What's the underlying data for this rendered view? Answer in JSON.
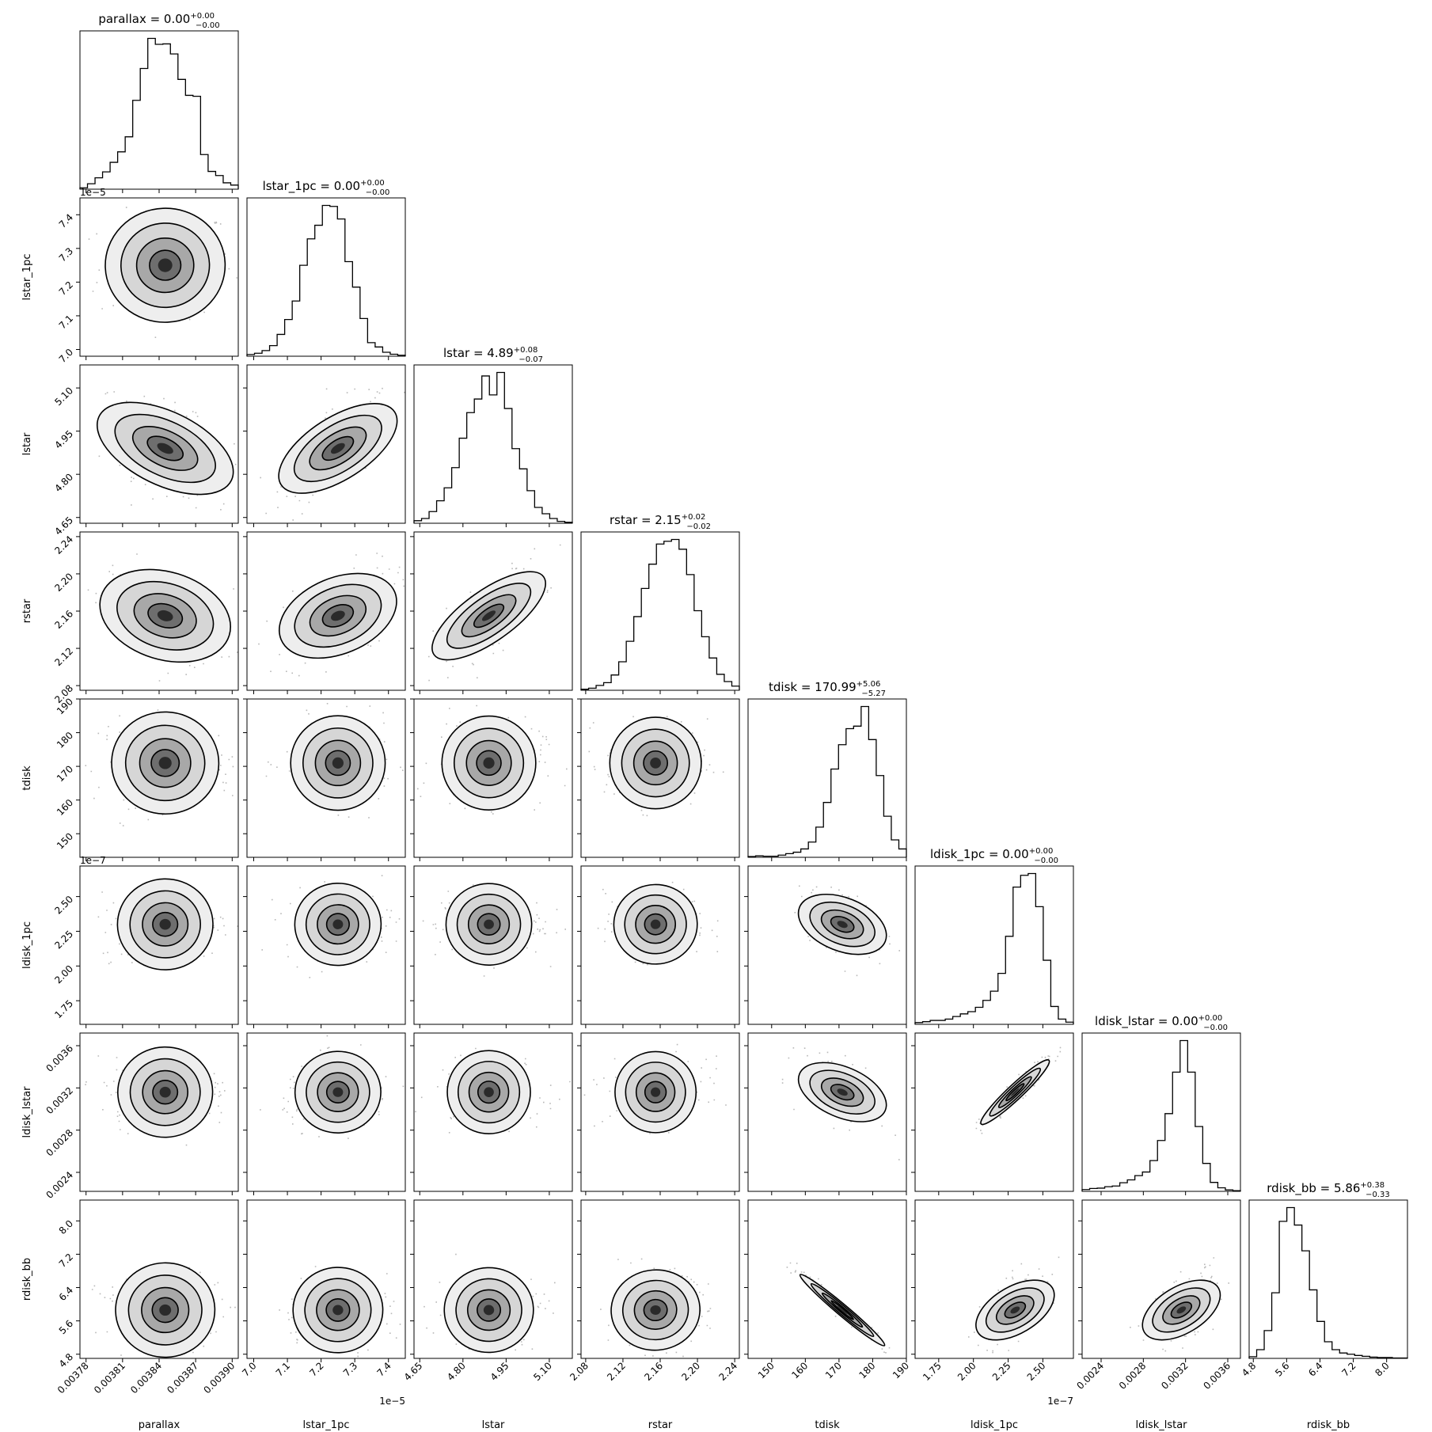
{
  "chart_data": {
    "type": "corner",
    "parameters": [
      {
        "name": "parallax",
        "title": "parallax = 0.00",
        "sup": "+0.00",
        "sub": "−0.00",
        "range": [
          0.003775,
          0.003905
        ],
        "ticks": [
          0.00378,
          0.00381,
          0.00384,
          0.00387,
          0.0039
        ],
        "tick_labels": [
          "0.00378",
          "0.00381",
          "0.00384",
          "0.00387",
          "0.00390"
        ],
        "mean": 0.003845,
        "sd": 2.2e-05,
        "offset": "",
        "hist": [
          0.3,
          1.2,
          2.5,
          3.8,
          5.9,
          8.2,
          11.5,
          19.5,
          26.5,
          33.1,
          31.8,
          31.9,
          29.7,
          24.1,
          20.6,
          20.4,
          7.6,
          3.9,
          3.0,
          1.4,
          0.9
        ]
      },
      {
        "name": "lstar_1pc",
        "title": "lstar_1pc = 0.00",
        "sup": "+0.00",
        "sub": "−0.00",
        "range": [
          6.98,
          7.45
        ],
        "ticks": [
          7.0,
          7.1,
          7.2,
          7.3,
          7.4
        ],
        "tick_labels": [
          "7.0",
          "7.1",
          "7.2",
          "7.3",
          "7.4"
        ],
        "mean": 7.25,
        "sd": 0.065,
        "offset": "1e−5",
        "hist": [
          0.5,
          0.9,
          1.7,
          3.2,
          6.6,
          11.1,
          16.7,
          27.5,
          35.5,
          39.6,
          45.6,
          45.3,
          41.5,
          28.6,
          20.9,
          11.4,
          4.1,
          2.8,
          1.2,
          0.6,
          0.3
        ]
      },
      {
        "name": "lstar",
        "title": "lstar = 4.89",
        "sup": "+0.08",
        "sub": "−0.07",
        "range": [
          4.63,
          5.18
        ],
        "ticks": [
          4.65,
          4.8,
          4.95,
          5.1
        ],
        "tick_labels": [
          "4.65",
          "4.80",
          "4.95",
          "5.10"
        ],
        "mean": 4.89,
        "sd": 0.075,
        "offset": "",
        "hist": [
          0.8,
          1.5,
          3.7,
          7.1,
          11.2,
          17.6,
          26.9,
          35.0,
          39.3,
          46.6,
          40.6,
          47.7,
          36.3,
          23.6,
          17.2,
          10.3,
          5.0,
          3.0,
          1.5,
          0.6,
          0.3
        ]
      },
      {
        "name": "rstar",
        "title": "rstar = 2.15",
        "sup": "+0.02",
        "sub": "−0.02",
        "range": [
          2.075,
          2.245
        ],
        "ticks": [
          2.08,
          2.12,
          2.16,
          2.2,
          2.24
        ],
        "tick_labels": [
          "2.08",
          "2.12",
          "2.16",
          "2.20",
          "2.24"
        ],
        "mean": 2.155,
        "sd": 0.022,
        "offset": "",
        "hist": [
          0.3,
          0.6,
          1.4,
          2.2,
          4.4,
          8.2,
          14.1,
          21.2,
          29.3,
          36.3,
          42.1,
          42.9,
          43.4,
          40.6,
          33.3,
          22.9,
          15.4,
          9.3,
          4.6,
          2.5,
          1.2
        ]
      },
      {
        "name": "tdisk",
        "title": "tdisk = 170.99",
        "sup": "+5.06",
        "sub": "−5.27",
        "range": [
          143,
          190
        ],
        "ticks": [
          150,
          160,
          170,
          180,
          190
        ],
        "tick_labels": [
          "150",
          "160",
          "170",
          "180",
          "190"
        ],
        "mean": 171,
        "sd": 5.2,
        "offset": "",
        "hist": [
          0.2,
          0.4,
          0.3,
          0.3,
          0.6,
          1.0,
          1.4,
          2.3,
          4.2,
          8.3,
          15.1,
          24.3,
          31.0,
          35.4,
          36.1,
          41.5,
          32.4,
          22.5,
          11.3,
          4.8,
          2.3
        ]
      },
      {
        "name": "ldisk_1pc",
        "title": "ldisk_1pc = 0.00",
        "sup": "+0.00",
        "sub": "−0.00",
        "range": [
          1.58,
          2.72
        ],
        "ticks": [
          1.75,
          2.0,
          2.25,
          2.5
        ],
        "tick_labels": [
          "1.75",
          "2.00",
          "2.25",
          "2.50"
        ],
        "mean": 2.3,
        "sd": 0.1,
        "offset": "1e−7",
        "hist": [
          0.4,
          0.6,
          0.9,
          0.9,
          1.2,
          1.8,
          2.4,
          2.9,
          3.9,
          5.5,
          7.6,
          11.7,
          20.2,
          31.5,
          34.2,
          34.6,
          27.0,
          14.7,
          4.1,
          1.2,
          0.5
        ]
      },
      {
        "name": "ldisk_lstar",
        "title": "ldisk_lstar = 0.00",
        "sup": "+0.00",
        "sub": "−0.00",
        "range": [
          0.00222,
          0.00372
        ],
        "ticks": [
          0.0024,
          0.0028,
          0.0032,
          0.0036
        ],
        "tick_labels": [
          "0.0024",
          "0.0028",
          "0.0032",
          "0.0036"
        ],
        "mean": 0.00316,
        "sd": 0.00013,
        "offset": "",
        "hist": [
          0.5,
          0.8,
          0.9,
          1.3,
          1.5,
          2.4,
          3.2,
          4.4,
          5.4,
          8.6,
          14.2,
          21.7,
          33.3,
          42.1,
          33.3,
          18.1,
          7.8,
          2.5,
          1.0,
          0.4,
          0.2
        ]
      },
      {
        "name": "rdisk_bb",
        "title": "rdisk_bb = 5.86",
        "sup": "+0.38",
        "sub": "−0.33",
        "range": [
          4.7,
          8.5
        ],
        "ticks": [
          4.8,
          5.6,
          6.4,
          7.2,
          8.0
        ],
        "tick_labels": [
          "4.8",
          "5.6",
          "6.4",
          "7.2",
          "8.0"
        ],
        "mean": 5.86,
        "sd": 0.36,
        "offset": "",
        "hist": [
          0.4,
          2.1,
          6.7,
          15.8,
          33.0,
          36.3,
          32.1,
          25.9,
          16.5,
          8.9,
          4.0,
          2.1,
          1.3,
          1.0,
          0.7,
          0.5,
          0.3,
          0.2,
          0.2,
          0.1,
          0.1
        ]
      }
    ],
    "correlations": [
      [
        1,
        0.05,
        -0.6,
        -0.4,
        -0.05,
        0.05,
        0.05,
        0.05
      ],
      [
        0.05,
        1,
        0.65,
        0.45,
        0.0,
        0.05,
        0.05,
        0.05
      ],
      [
        -0.6,
        0.65,
        1,
        0.75,
        0.0,
        0.05,
        0.0,
        0.05
      ],
      [
        -0.4,
        0.45,
        0.75,
        1,
        0.0,
        0.05,
        0.0,
        0.1
      ],
      [
        -0.05,
        0.0,
        0.0,
        0.0,
        1,
        -0.5,
        -0.55,
        -0.98
      ],
      [
        0.05,
        0.05,
        0.05,
        0.05,
        -0.5,
        1,
        0.95,
        0.55
      ],
      [
        0.05,
        0.05,
        0.0,
        0.0,
        -0.55,
        0.95,
        1,
        0.55
      ],
      [
        0.05,
        0.05,
        0.05,
        0.1,
        -0.98,
        0.55,
        0.55,
        1
      ]
    ]
  }
}
